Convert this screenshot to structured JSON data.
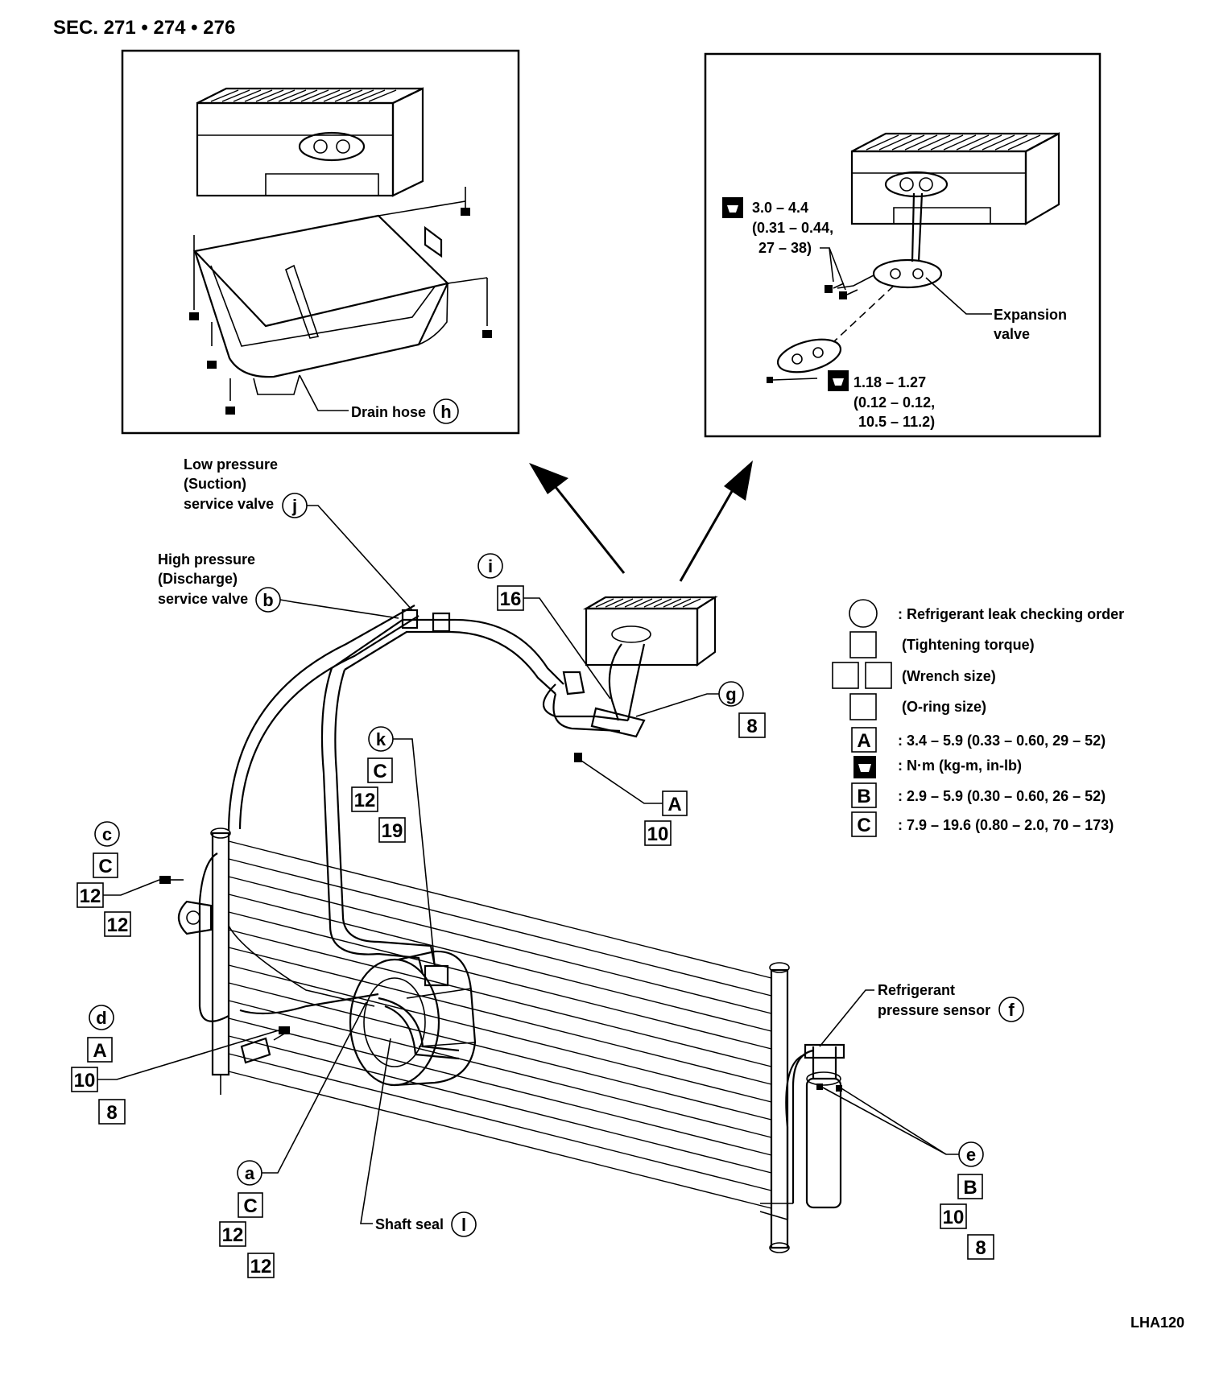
{
  "header": {
    "section": "SEC. 271 • 274 • 276"
  },
  "figure_code": "LHA120",
  "inset_left": {
    "drain_hose_label": "Drain hose",
    "drain_hose_marker": "h"
  },
  "inset_right": {
    "torque_upper": {
      "line1": "3.0 – 4.4",
      "line2": "(0.31 – 0.44,",
      "line3": "27 – 38)"
    },
    "expansion_label": {
      "line1": "Expansion",
      "line2": "valve"
    },
    "torque_lower": {
      "line1": "1.18 – 1.27",
      "line2": "(0.12 – 0.12,",
      "line3": "10.5 – 11.2)"
    }
  },
  "callouts": {
    "low_pressure": {
      "line1": "Low pressure",
      "line2": "(Suction)",
      "line3": "service valve",
      "marker": "j"
    },
    "high_pressure": {
      "line1": "High pressure",
      "line2": "(Discharge)",
      "line3": "service valve",
      "marker": "b"
    },
    "i": {
      "marker": "i",
      "box": "16"
    },
    "g": {
      "marker": "g",
      "box": "8"
    },
    "k": {
      "marker": "k",
      "torque": "C",
      "box1": "12",
      "box2": "19"
    },
    "a10": {
      "torque": "A",
      "box": "10"
    },
    "c": {
      "marker": "c",
      "torque": "C",
      "box1": "12",
      "box2": "12"
    },
    "d": {
      "marker": "d",
      "torque": "A",
      "box1": "10",
      "box2": "8"
    },
    "a": {
      "marker": "a",
      "torque": "C",
      "box1": "12",
      "box2": "12"
    },
    "shaft_seal": {
      "label": "Shaft seal",
      "marker": "l"
    },
    "sensor": {
      "line1": "Refrigerant",
      "line2": "pressure sensor",
      "marker": "f"
    },
    "e": {
      "marker": "e",
      "torque": "B",
      "box1": "10",
      "box2": "8"
    }
  },
  "legend": {
    "items": [
      {
        "symbol": "circle",
        "text": ": Refrigerant leak checking order"
      },
      {
        "symbol": "square",
        "text": "(Tightening torque)"
      },
      {
        "symbol": "double-square",
        "text": "(Wrench size)"
      },
      {
        "symbol": "square",
        "text": "(O-ring size)"
      },
      {
        "symbol": "A",
        "text": ": 3.4 – 5.9 (0.33 – 0.60, 29 – 52)"
      },
      {
        "symbol": "torque-wrench-icon",
        "text": ": N·m (kg-m, in-lb)"
      },
      {
        "symbol": "B",
        "text": ": 2.9 – 5.9 (0.30 – 0.60, 26 – 52)"
      },
      {
        "symbol": "C",
        "text": ": 7.9 – 19.6 (0.80 – 2.0, 70 – 173)"
      }
    ]
  }
}
